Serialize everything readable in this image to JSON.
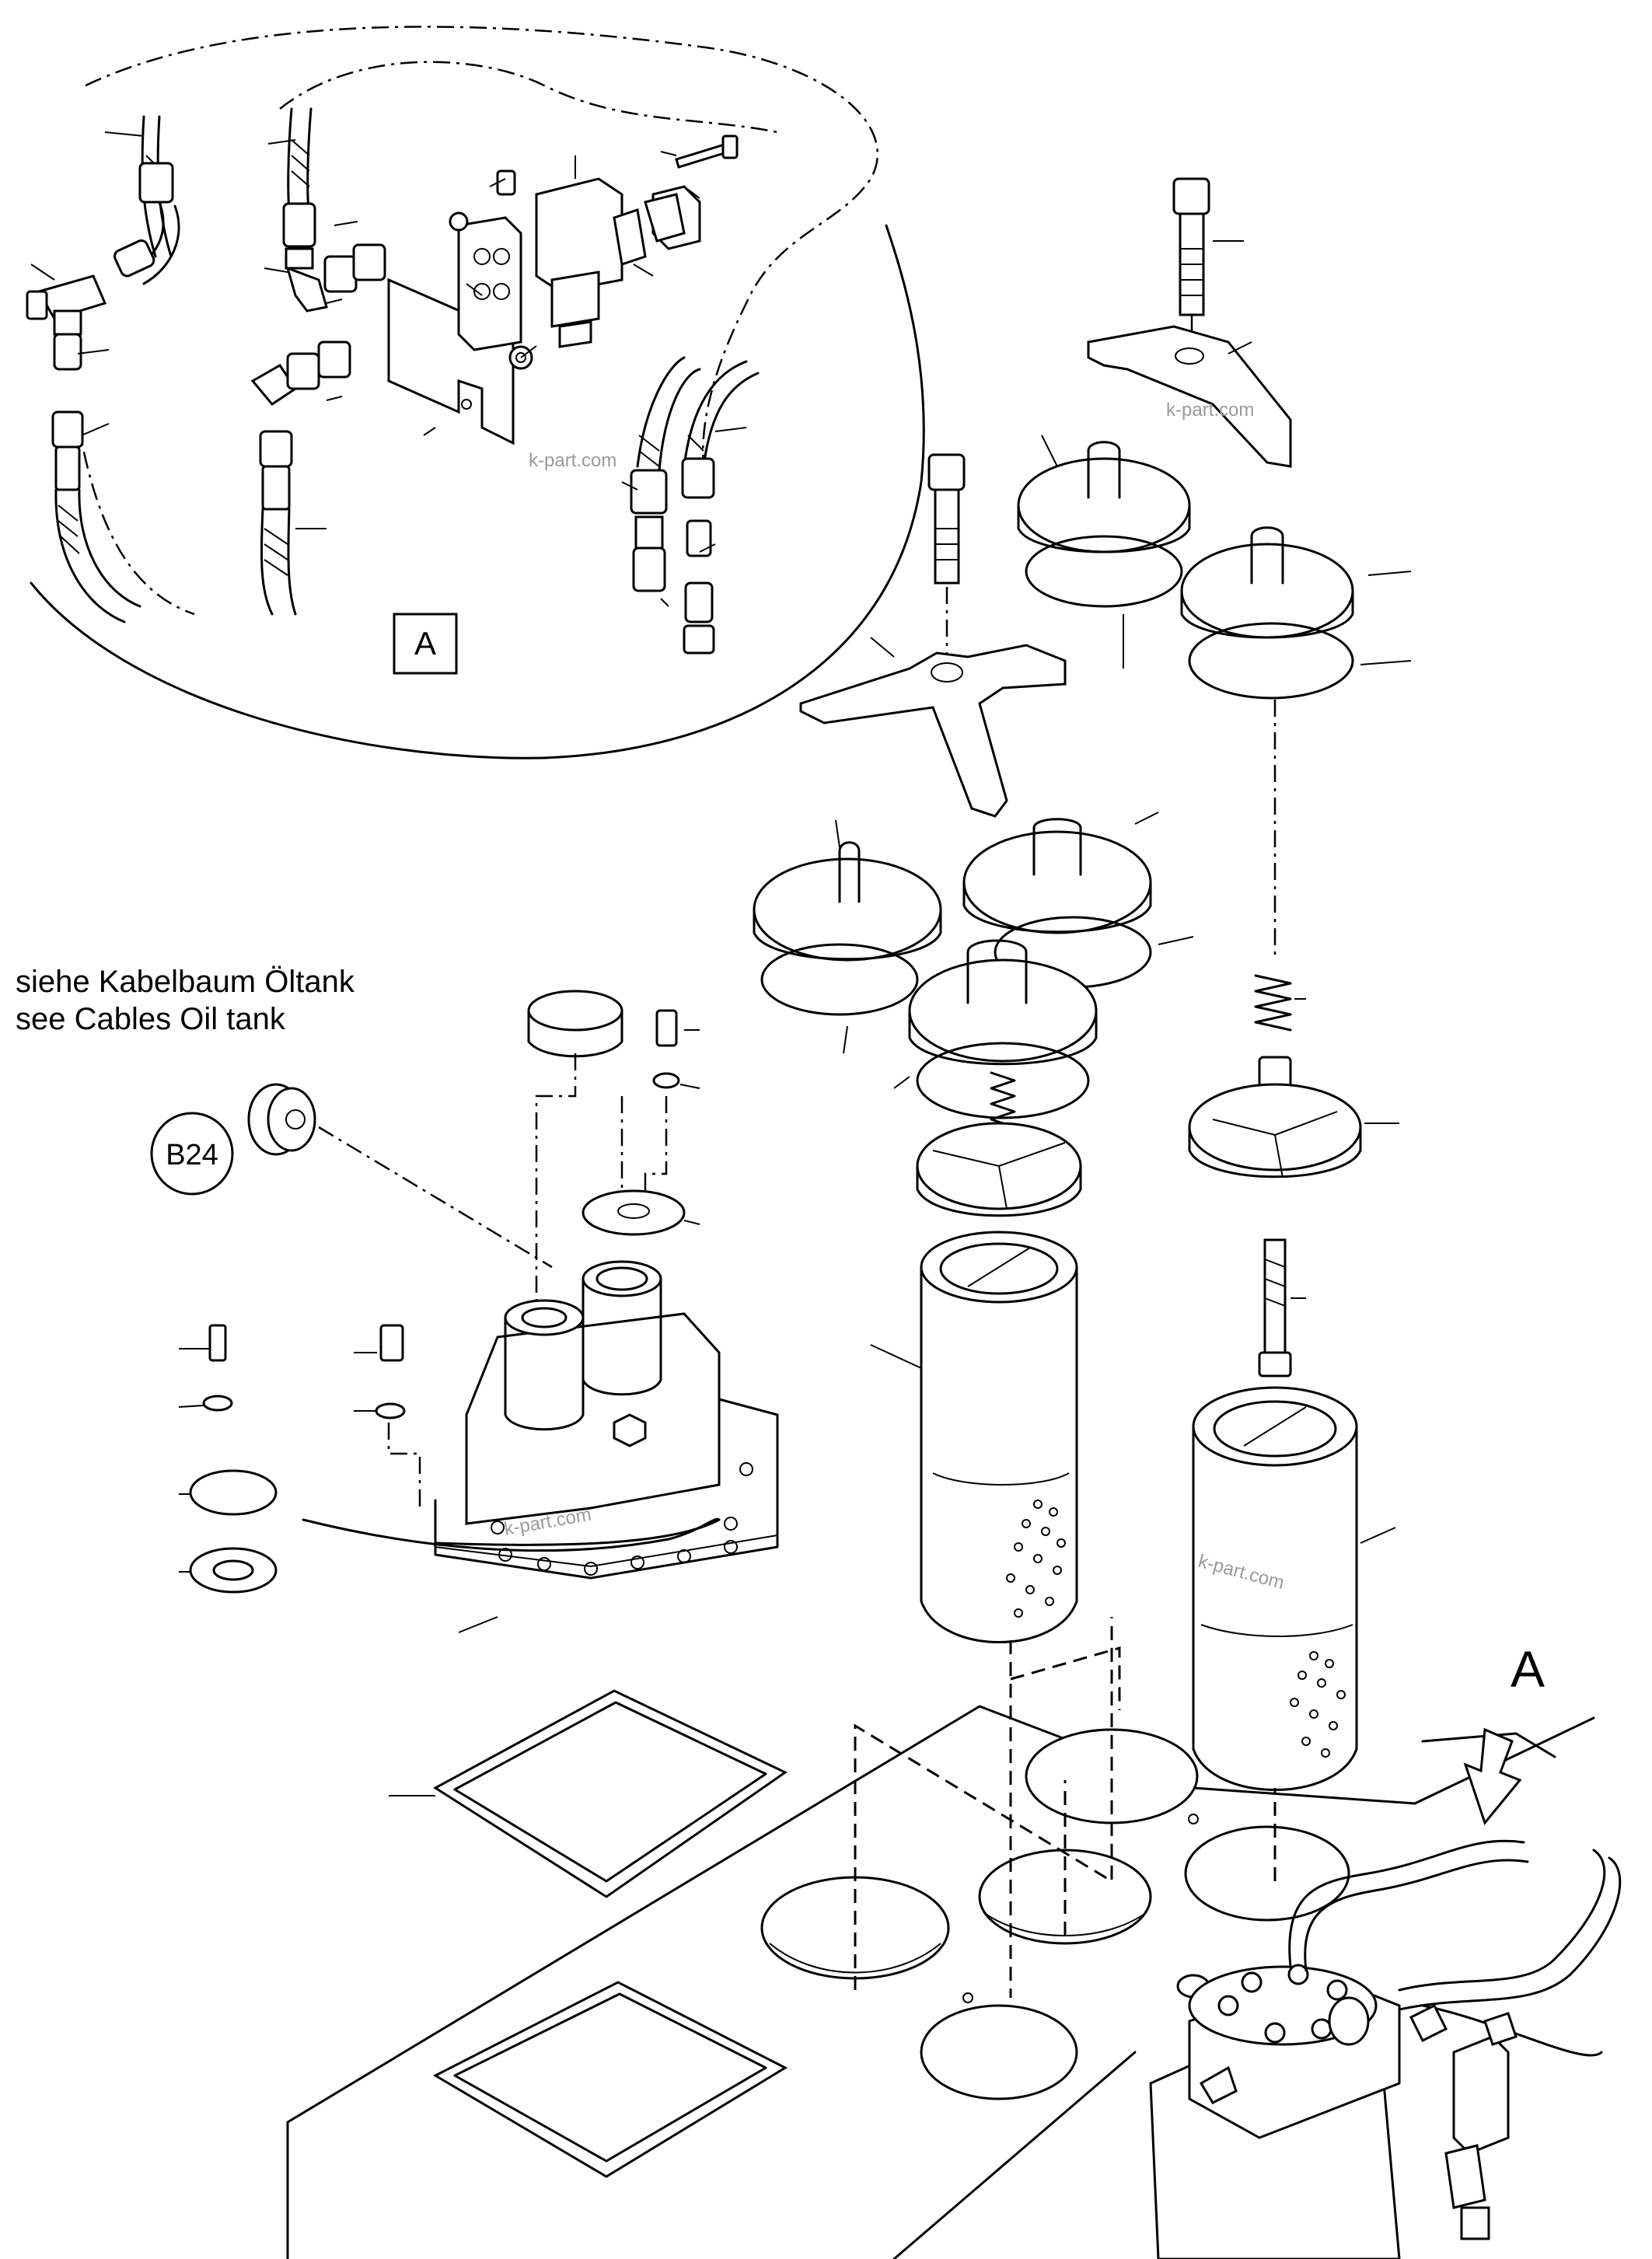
{
  "detail_label": "A",
  "view_label": "A",
  "reference_badge": "B24",
  "note": {
    "line_de": "siehe Kabelbaum Öltank",
    "line_en": "see Cables Oil tank"
  },
  "watermarks": [
    "k-part.com",
    "k-part.com",
    "k-part.com",
    "k-part.com"
  ]
}
